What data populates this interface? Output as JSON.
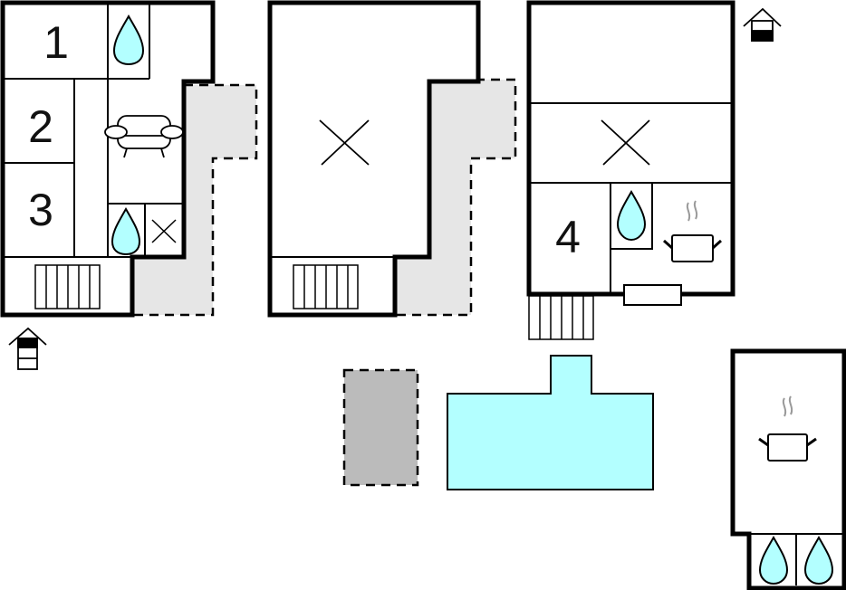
{
  "floorplan": {
    "title": "",
    "colors": {
      "wall": "#000000",
      "terrace": "#e6e6e6",
      "parking": "#bbbbbb",
      "pool": "#b3ffff",
      "water": "#b3ffff",
      "background": "#ffffff"
    },
    "rooms": [
      {
        "label": "1",
        "type": "bedroom"
      },
      {
        "label": "2",
        "type": "bedroom"
      },
      {
        "label": "3",
        "type": "bedroom"
      },
      {
        "label": "4",
        "type": "bedroom"
      }
    ],
    "icons": [
      "water-drop-icon",
      "sofa-icon",
      "toilet-cross-icon",
      "stairs-icon",
      "open-space-cross-icon",
      "cooking-pot-icon",
      "floor-level-house-icon"
    ],
    "floor_indicators": [
      {
        "position": "bottom-left",
        "level": "upper"
      },
      {
        "position": "top-right",
        "level": "ground"
      }
    ]
  }
}
